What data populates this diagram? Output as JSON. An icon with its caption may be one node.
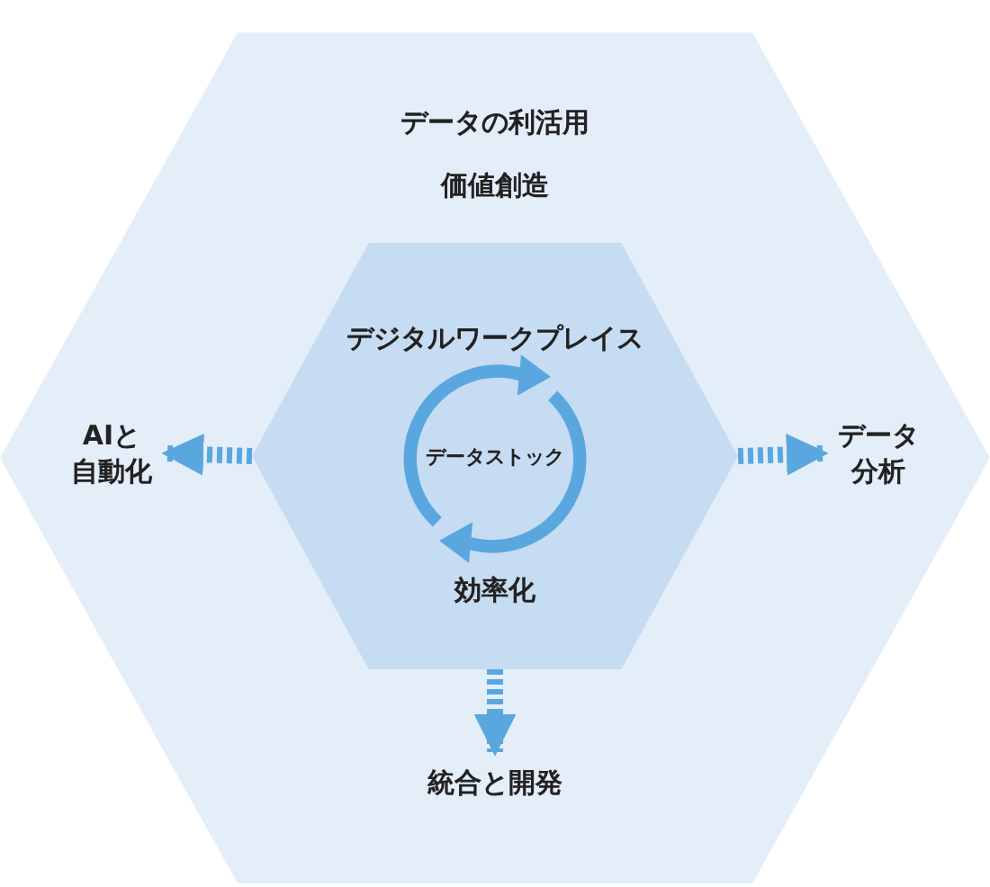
{
  "diagram": {
    "nodes": [
      {
        "text": [
          "データの利活用",
          "価値創造"
        ]
      },
      {
        "text": [
          "デジタルワークプレイス",
          "効率化"
        ],
        "in": 0
      },
      {
        "text": [
          "データストック"
        ],
        "in": 1
      },
      {
        "text": [
          "AIと自動化"
        ],
        "in": 0
      },
      {
        "text": [
          "データ分析"
        ],
        "in": 0
      },
      {
        "text": [
          "統合と開発"
        ],
        "in": 0
      }
    ],
    "edges": [
      {
        "from": 1,
        "to": 3,
        "arrow": "to"
      },
      {
        "from": 1,
        "to": 4,
        "arrow": "to"
      },
      {
        "from": 1,
        "to": 5,
        "arrow": "to"
      }
    ]
  }
}
